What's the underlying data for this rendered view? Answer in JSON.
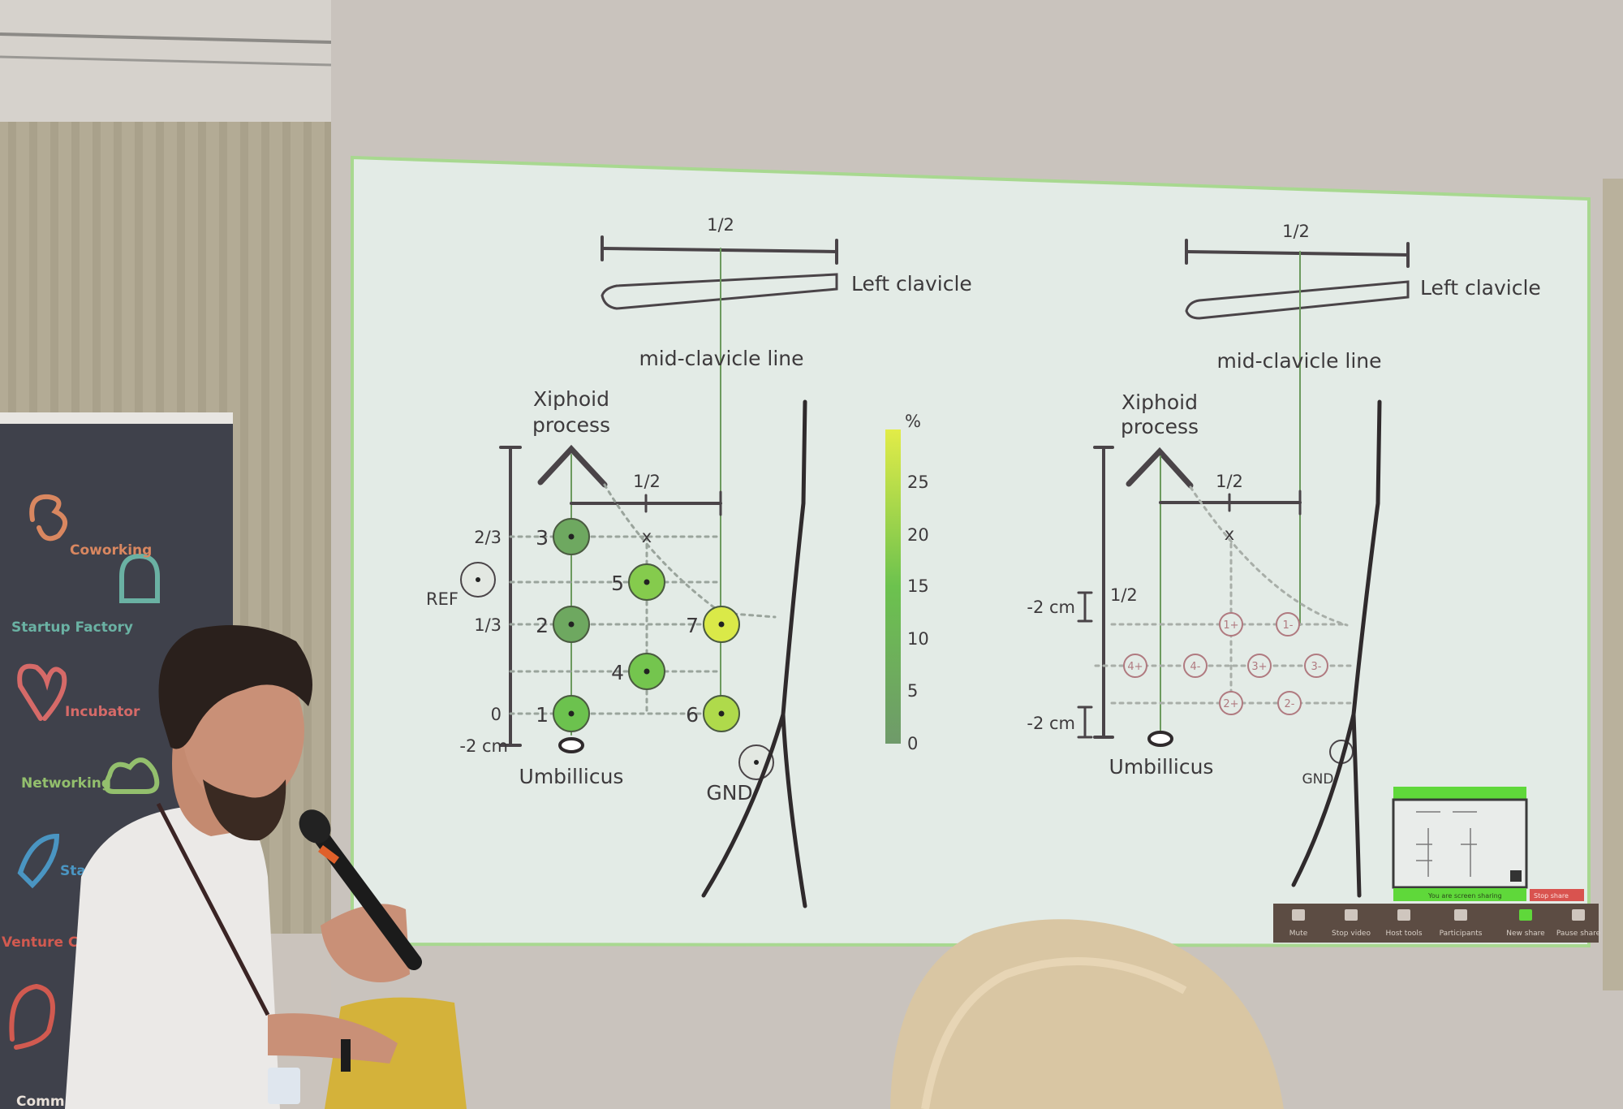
{
  "slide": {
    "left_panel": {
      "half_top": "1/2",
      "clavicle_label": "Left clavicle",
      "midline_label": "mid-clavicle line",
      "xiphoid_line1": "Xiphoid",
      "xiphoid_line2": "process",
      "half_small": "1/2",
      "ruler_labels": [
        "2/3",
        "1/3",
        "0",
        "-2 cm"
      ],
      "ref_label": "REF",
      "umbilicus_label": "Umbillicus",
      "gnd_label": "GND",
      "electrodes": [
        {
          "id": "1",
          "percent": 14
        },
        {
          "id": "2",
          "percent": 5
        },
        {
          "id": "3",
          "percent": 5
        },
        {
          "id": "4",
          "percent": 15
        },
        {
          "id": "5",
          "percent": 17
        },
        {
          "id": "6",
          "percent": 22
        },
        {
          "id": "7",
          "percent": 27
        }
      ],
      "colorbar": {
        "unit": "%",
        "ticks": [
          "25",
          "20",
          "15",
          "10",
          "5",
          "0"
        ],
        "min_color": "#6f9a6a",
        "max_color": "#e2ec48"
      }
    },
    "right_panel": {
      "half_top": "1/2",
      "clavicle_label": "Left clavicle",
      "midline_label": "mid-clavicle line",
      "xiphoid_line1": "Xiphoid",
      "xiphoid_line2": "process",
      "half_small": "1/2",
      "x_mark": "x",
      "offset_upper": "-2 cm",
      "half_ruler": "1/2",
      "offset_lower": "-2 cm",
      "umbilicus_label": "Umbillicus",
      "gnd_label": "GND",
      "electrodes": [
        "1+",
        "1-",
        "4+",
        "4-",
        "3+",
        "3-",
        "2+",
        "2-"
      ]
    },
    "x_mark": "x"
  },
  "zoom": {
    "sharing_banner": "You are screen sharing",
    "stop_share": "Stop share",
    "toolbar": [
      "Mute",
      "Stop video",
      "Host tools",
      "Participants",
      "New share",
      "Pause share"
    ],
    "accent": "#5fd83a",
    "stop_color": "#d9534f"
  },
  "banner": {
    "items": [
      "Coworking",
      "Startup Factory",
      "Incubator",
      "Networking",
      "Sta",
      "Venture C",
      "Comm"
    ]
  }
}
